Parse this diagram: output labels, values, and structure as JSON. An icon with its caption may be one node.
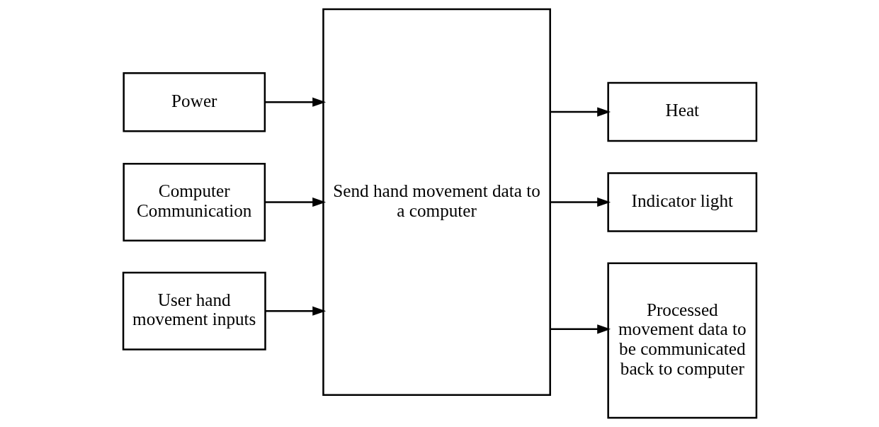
{
  "diagram": {
    "nodes": [
      {
        "text": [
          "Power"
        ]
      },
      {
        "text": [
          "Computer Communication"
        ]
      },
      {
        "text": [
          "User hand movement inputs"
        ]
      },
      {
        "text": [
          "Send hand movement data to a computer"
        ]
      },
      {
        "text": [
          "Heat"
        ]
      },
      {
        "text": [
          "Indicator light"
        ]
      },
      {
        "text": [
          "Processed movement data to be communicated back to computer"
        ]
      }
    ],
    "edges": [
      {
        "from": 0,
        "to": 3,
        "arrow": "to"
      },
      {
        "from": 1,
        "to": 3,
        "arrow": "to"
      },
      {
        "from": 2,
        "to": 3,
        "arrow": "to"
      },
      {
        "from": 3,
        "to": 4,
        "arrow": "to"
      },
      {
        "from": 3,
        "to": 5,
        "arrow": "to"
      },
      {
        "from": 3,
        "to": 6,
        "arrow": "to"
      }
    ]
  }
}
